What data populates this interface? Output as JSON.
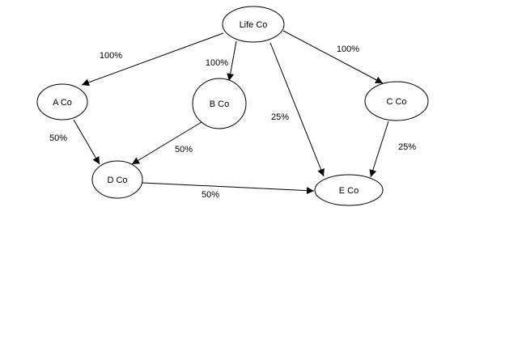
{
  "nodes": [
    {
      "id": "life",
      "label": "Life Co"
    },
    {
      "id": "a",
      "label": "A Co"
    },
    {
      "id": "b",
      "label": "B Co"
    },
    {
      "id": "c",
      "label": "C Co"
    },
    {
      "id": "d",
      "label": "D Co"
    },
    {
      "id": "e",
      "label": "E Co"
    }
  ],
  "edges": [
    {
      "from": "life",
      "to": "a",
      "label": "100%"
    },
    {
      "from": "life",
      "to": "b",
      "label": "100%"
    },
    {
      "from": "life",
      "to": "c",
      "label": "100%"
    },
    {
      "from": "life",
      "to": "e",
      "label": "25%"
    },
    {
      "from": "a",
      "to": "d",
      "label": "50%"
    },
    {
      "from": "b",
      "to": "d",
      "label": "50%"
    },
    {
      "from": "c",
      "to": "e",
      "label": "25%"
    },
    {
      "from": "d",
      "to": "e",
      "label": "50%"
    }
  ]
}
